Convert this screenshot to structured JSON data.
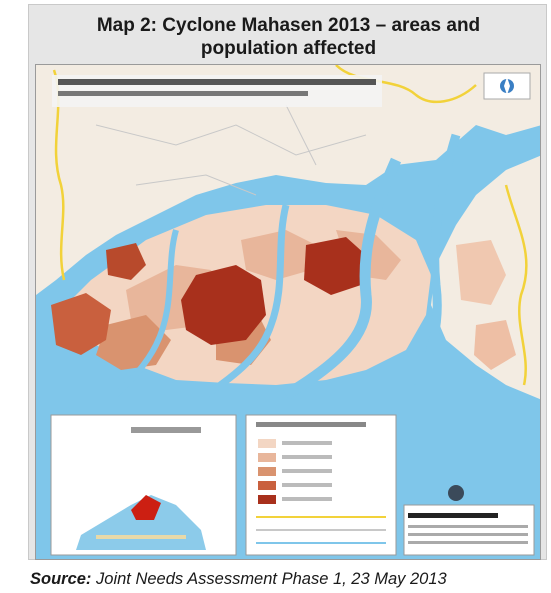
{
  "figure": {
    "title_line1": "Map 2: Cyclone Mahasen 2013 – areas and",
    "title_line2": "population affected",
    "source_label": "Source:",
    "source_text": "Joint Needs Assessment Phase 1, 23 May 2013"
  },
  "colors": {
    "panel_bg": "#e6e6e6",
    "water": "#7fc6ea",
    "land": "#f3ece2",
    "impact_low": "#f3d6c3",
    "impact_medium_low": "#e8b69b",
    "impact_medium": "#d9936f",
    "impact_high": "#c9603e",
    "impact_very_high": "#a8301c",
    "district_boundary": "#f2d23a"
  },
  "map": {
    "legend_swatches": [
      "impact_low",
      "impact_medium_low",
      "impact_medium",
      "impact_high",
      "impact_very_high"
    ],
    "north_arrow_icon": "compass-icon"
  }
}
